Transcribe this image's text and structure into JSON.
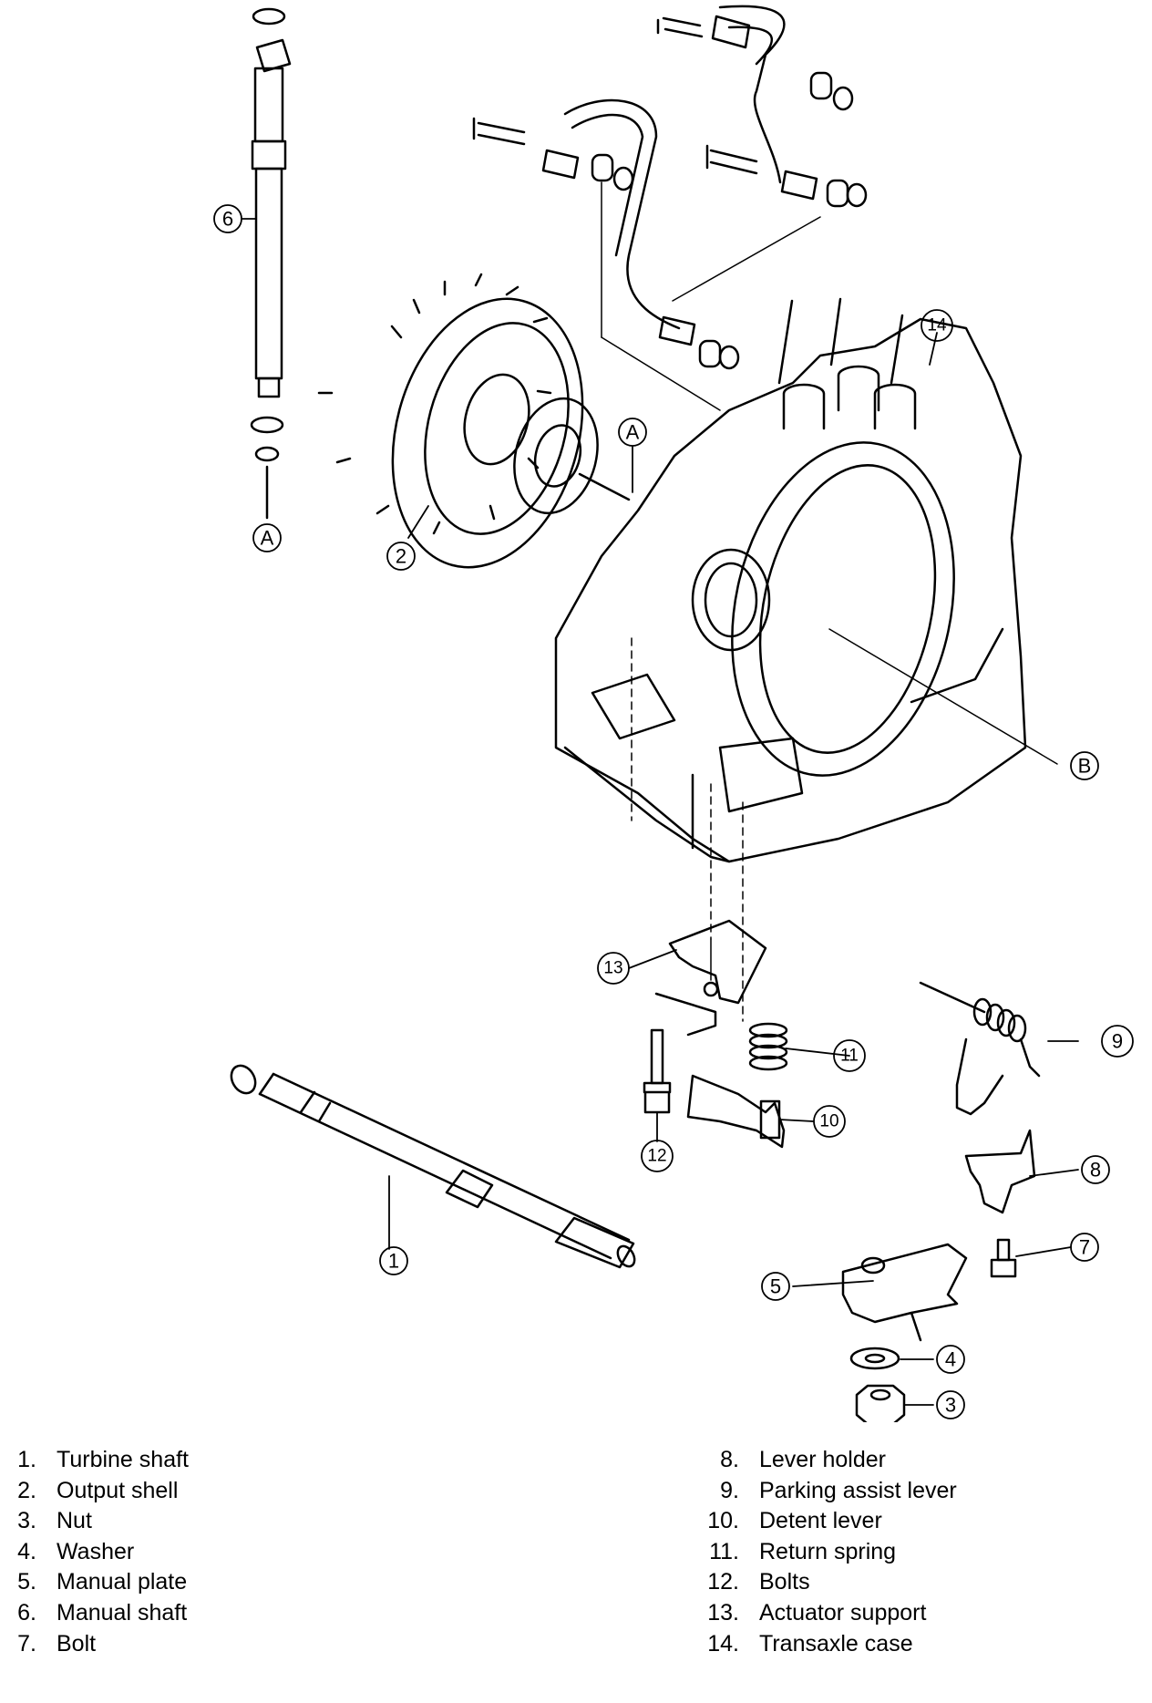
{
  "callouts": {
    "c1": "1",
    "c2": "2",
    "c3": "3",
    "c4": "4",
    "c5": "5",
    "c6": "6",
    "c7": "7",
    "c8": "8",
    "c9": "9",
    "c10": "10",
    "c11": "11",
    "c12": "12",
    "c13": "13",
    "c14": "14",
    "a_top": "A",
    "a_bottom": "A",
    "b": "B"
  },
  "legend_left": [
    {
      "num": "1.",
      "label": "Turbine shaft"
    },
    {
      "num": "2.",
      "label": "Output shell"
    },
    {
      "num": "3.",
      "label": "Nut"
    },
    {
      "num": "4.",
      "label": "Washer"
    },
    {
      "num": "5.",
      "label": "Manual plate"
    },
    {
      "num": "6.",
      "label": "Manual shaft"
    },
    {
      "num": "7.",
      "label": "Bolt"
    }
  ],
  "legend_right": [
    {
      "num": "8.",
      "label": "Lever holder"
    },
    {
      "num": "9.",
      "label": "Parking assist lever"
    },
    {
      "num": "10.",
      "label": "Detent lever"
    },
    {
      "num": "11.",
      "label": "Return spring"
    },
    {
      "num": "12.",
      "label": "Bolts"
    },
    {
      "num": "13.",
      "label": "Actuator support"
    },
    {
      "num": "14.",
      "label": "Transaxle case"
    }
  ]
}
